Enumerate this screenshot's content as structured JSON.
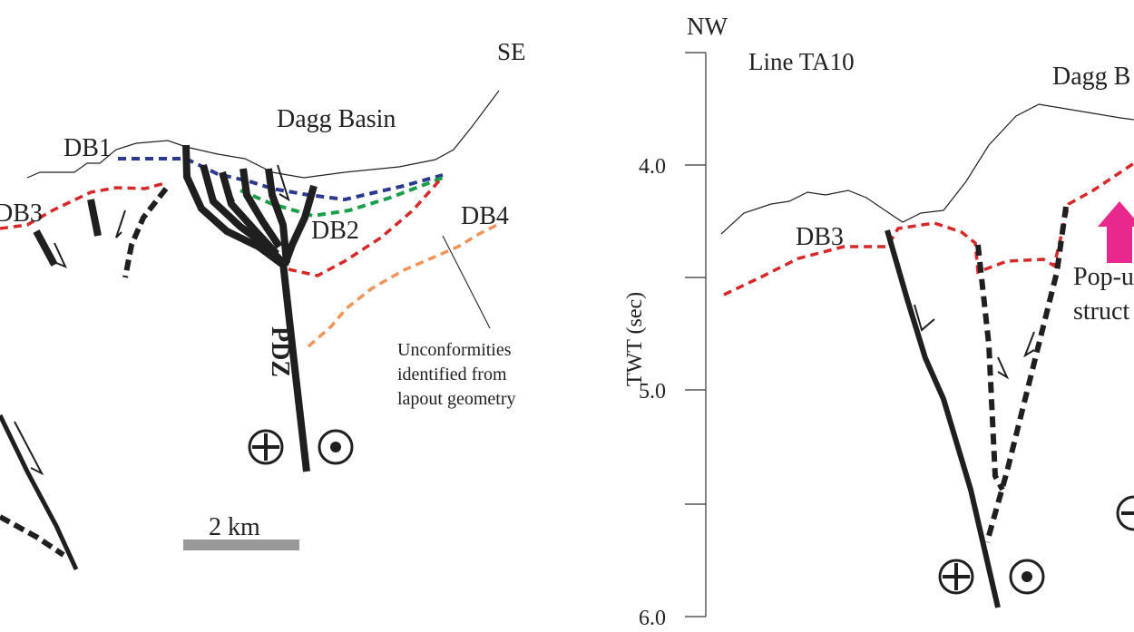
{
  "left_panel": {
    "direction_label": "SE",
    "basin_label": "Dagg Basin",
    "unconformity_labels": [
      "DB1",
      "DB2",
      "DB3",
      "DB4"
    ],
    "fault_zone_label": "PDZ",
    "annotation_lines": [
      "Unconformities",
      "identified from",
      "lapout geometry"
    ],
    "scale_bar_label": "2 km",
    "symbols": [
      "plus-circle",
      "dot-circle"
    ]
  },
  "right_panel": {
    "direction_label": "NW",
    "line_label": "Line TA10",
    "basin_label_partial": "Dagg B",
    "unconformity_label": "DB3",
    "popup_lines": [
      "Pop-u",
      "struct"
    ],
    "axis": {
      "title": "TWT (sec)",
      "tick_labels": [
        "4.0",
        "5.0",
        "6.0"
      ]
    },
    "symbols": [
      "plus-circle",
      "dot-circle",
      "minus-circle"
    ]
  },
  "colors": {
    "db1": "#2b3a8f",
    "db2": "#1a9e4a",
    "db3": "#d62828",
    "db4": "#f0945a",
    "fault": "#1f1f1f",
    "scale_bar": "#999999",
    "popup_arrow": "#e8288c"
  }
}
